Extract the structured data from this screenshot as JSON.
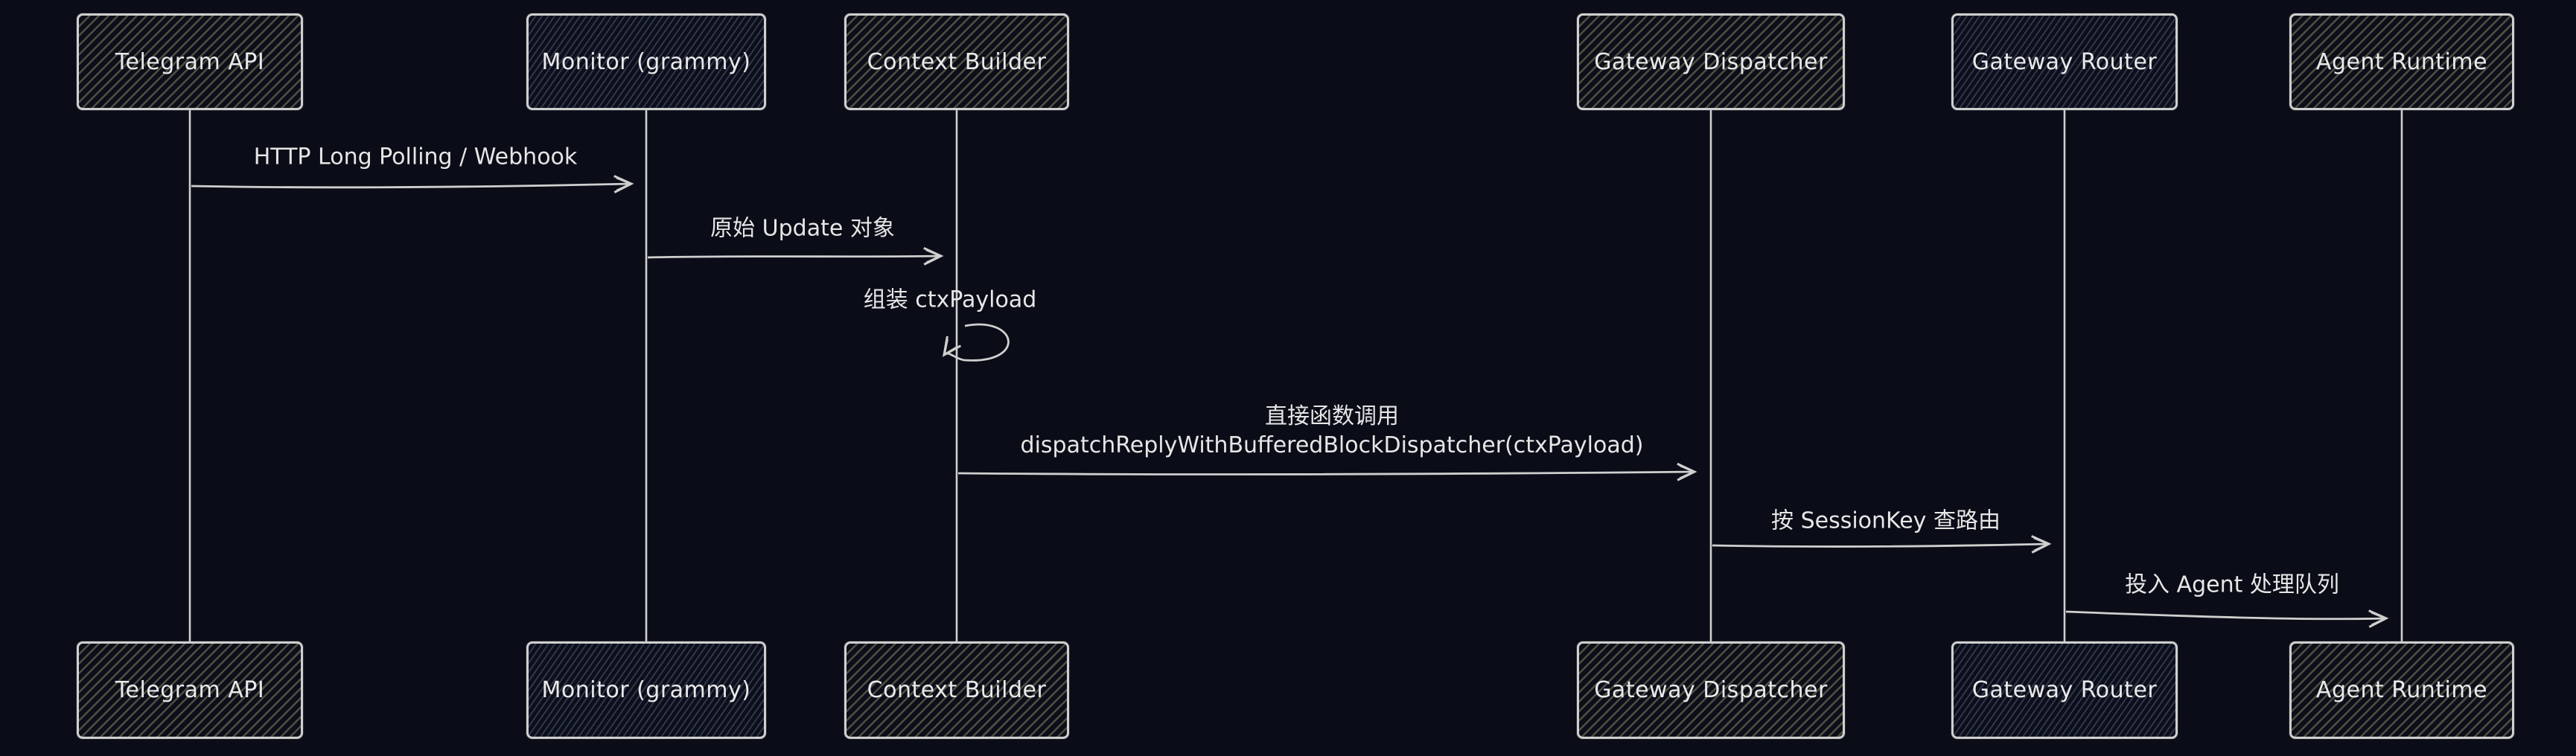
{
  "diagram": {
    "type": "sequence-diagram",
    "theme": {
      "background": "#0a0d17",
      "stroke": "#cfcfcf",
      "text": "#e6e6e6",
      "box_hatch_olive": "#3a3d32",
      "box_hatch_blue": "#2a3347"
    },
    "actors": [
      {
        "id": "telegram-api",
        "label": "Telegram API"
      },
      {
        "id": "monitor-grammy",
        "label": "Monitor (grammy)"
      },
      {
        "id": "context-builder",
        "label": "Context Builder"
      },
      {
        "id": "gateway-dispatcher",
        "label": "Gateway Dispatcher"
      },
      {
        "id": "gateway-router",
        "label": "Gateway Router"
      },
      {
        "id": "agent-runtime",
        "label": "Agent Runtime"
      }
    ],
    "messages": [
      {
        "from": "telegram-api",
        "to": "monitor-grammy",
        "label": "HTTP Long Polling / Webhook"
      },
      {
        "from": "monitor-grammy",
        "to": "context-builder",
        "label": "原始 Update 对象"
      },
      {
        "from": "context-builder",
        "to": "context-builder",
        "label": "组装 ctxPayload",
        "self": true
      },
      {
        "from": "context-builder",
        "to": "gateway-dispatcher",
        "label": "直接函数调用",
        "label2": "dispatchReplyWithBufferedBlockDispatcher(ctxPayload)"
      },
      {
        "from": "gateway-dispatcher",
        "to": "gateway-router",
        "label": "按 SessionKey 查路由"
      },
      {
        "from": "gateway-router",
        "to": "agent-runtime",
        "label": "投入 Agent 处理队列"
      }
    ]
  }
}
